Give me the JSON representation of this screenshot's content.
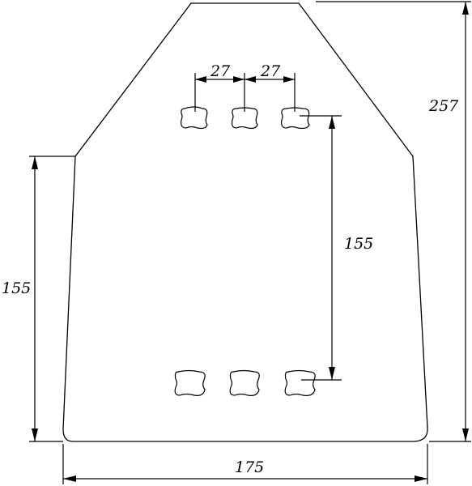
{
  "drawing": {
    "dimensions": {
      "height_total": "257",
      "height_left": "155",
      "height_holes": "155",
      "width_bottom": "175",
      "spacing_1": "27",
      "spacing_2": "27"
    },
    "holes": {
      "columns": 3,
      "rows": 2
    },
    "colors": {
      "line": "#000000",
      "background": "#ffffff"
    }
  }
}
